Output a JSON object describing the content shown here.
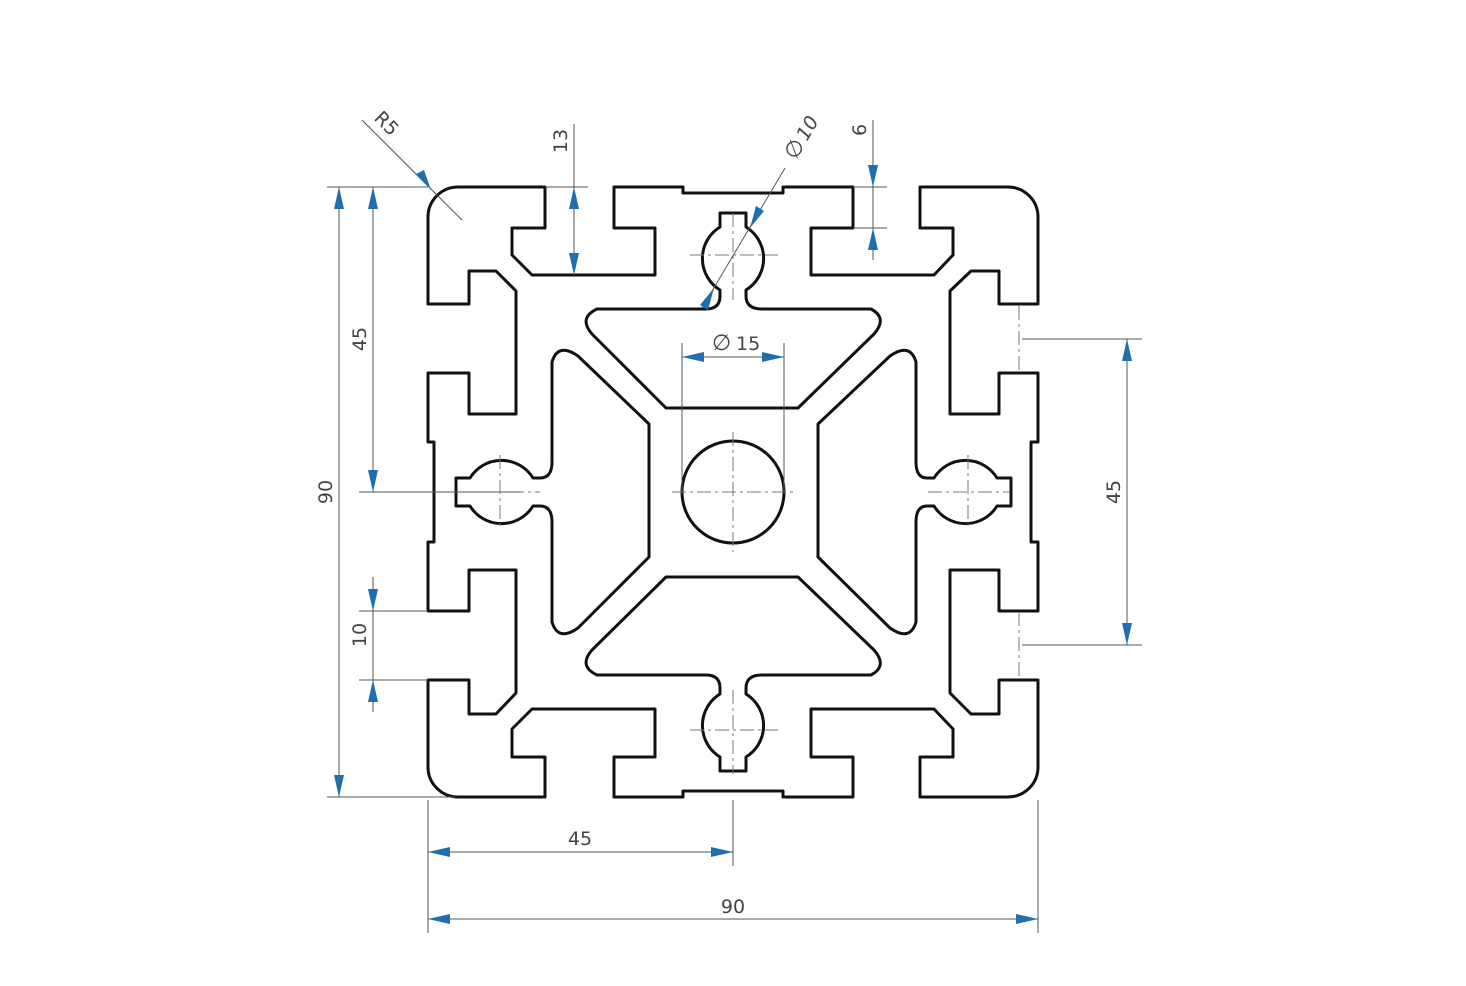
{
  "colors": {
    "outline": "#111111",
    "dimension_line": "#555555",
    "arrow": "#1f6fb0",
    "text": "#444444",
    "background": "#ffffff"
  },
  "dimensions": {
    "overall_width": "90",
    "overall_height": "90",
    "half_width": "45",
    "half_height_left": "45",
    "half_height_right": "45",
    "slot_depth": "13",
    "slot_width": "10",
    "lip_thickness": "6",
    "corner_radius": "R5",
    "small_bore": "10",
    "center_bore": "15"
  },
  "symbols": {
    "diameter": "∅"
  }
}
